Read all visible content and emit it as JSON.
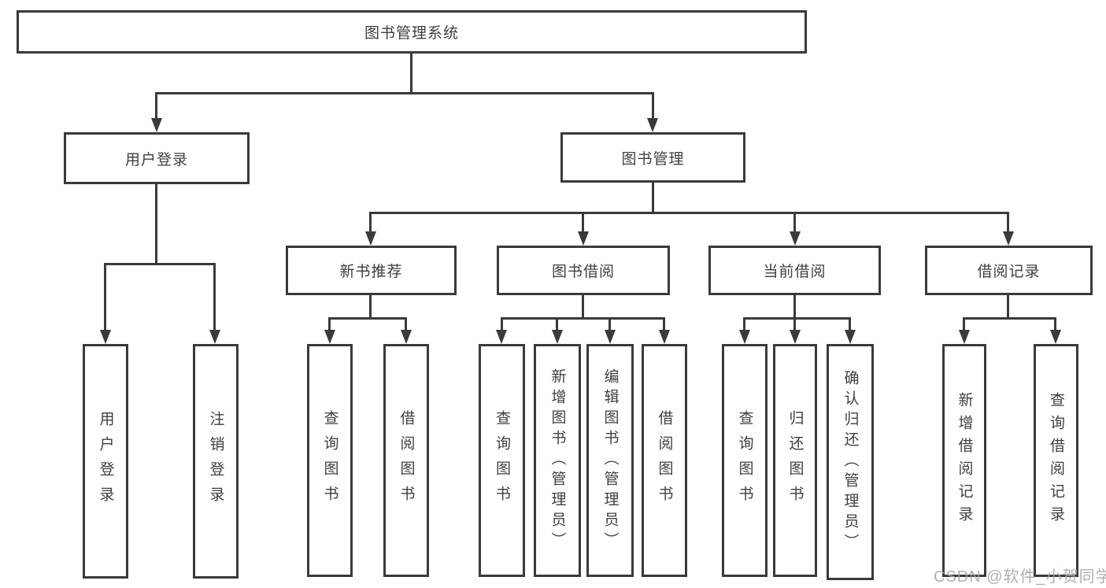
{
  "nodes": {
    "root": "图书管理系统",
    "l2": [
      "用户登录",
      "图书管理"
    ],
    "l3": [
      "新书推荐",
      "图书借阅",
      "当前借阅",
      "借阅记录"
    ],
    "leaves_login": [
      "用户登录",
      "注销登录"
    ],
    "leaves_recommend": [
      "查询图书",
      "借阅图书"
    ],
    "leaves_borrow": [
      "查询图书",
      "新增图书（管理员）",
      "编辑图书（管理员）",
      "借阅图书"
    ],
    "leaves_current": [
      "查询图书",
      "归还图书",
      "确认归还（管理员）"
    ],
    "leaves_records": [
      "新增借阅记录",
      "查询借阅记录"
    ]
  },
  "watermark": "CSDN @软件_小贺同学",
  "colors": {
    "line": "#3a3a3a",
    "text": "#3f3f3f",
    "watermark": "#a4a8ad",
    "background": "#ffffff"
  }
}
